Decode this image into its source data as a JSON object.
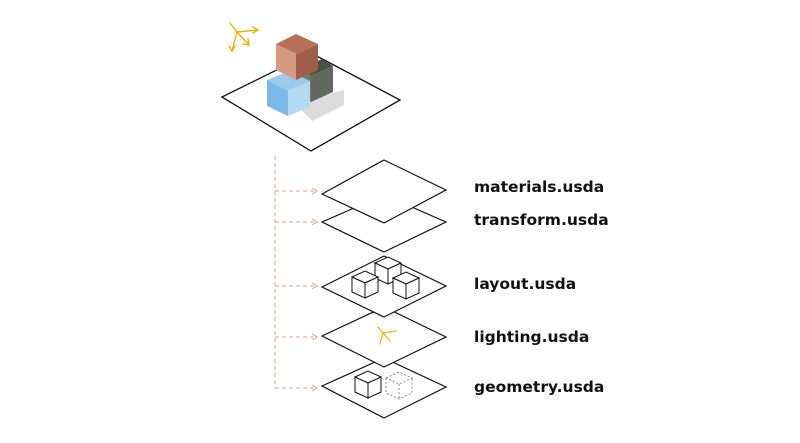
{
  "layers": [
    {
      "id": "materials",
      "label": "materials.usda"
    },
    {
      "id": "transform",
      "label": "transform.usda"
    },
    {
      "id": "layout",
      "label": "layout.usda"
    },
    {
      "id": "lighting",
      "label": "lighting.usda"
    },
    {
      "id": "geometry",
      "label": "geometry.usda"
    }
  ],
  "colors": {
    "outline": "#111111",
    "connector": "#d9a48c",
    "light": "#e8b600",
    "cube_copper_top": "#b87159",
    "cube_copper_front": "#d49a82",
    "cube_copper_side": "#a05f4a",
    "cube_blue_top": "#9bcbed",
    "cube_blue_front": "#7db9e6",
    "cube_blue_side": "#b4daf3",
    "cube_gray": "#5f6459",
    "shadow": "#dcdcdc"
  },
  "icons": [
    "directional-light-icon",
    "cube-icon"
  ]
}
